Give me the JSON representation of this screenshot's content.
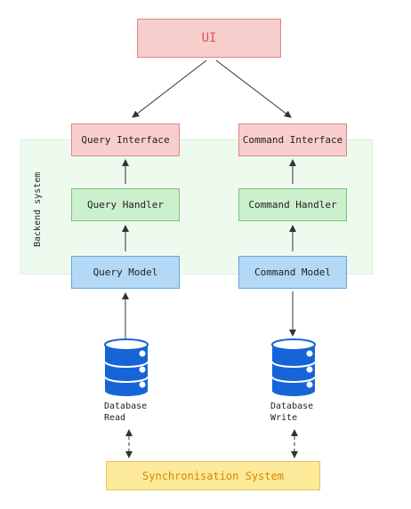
{
  "ui": {
    "label": "UI"
  },
  "backend": {
    "label": "Backend system"
  },
  "query": {
    "interface": "Query Interface",
    "handler": "Query Handler",
    "model": "Query Model"
  },
  "command": {
    "interface": "Command Interface",
    "handler": "Command Handler",
    "model": "Command Model"
  },
  "databases": {
    "read": {
      "line1": "Database",
      "line2": "Read"
    },
    "write": {
      "line1": "Database",
      "line2": "Write"
    }
  },
  "sync": {
    "label": "Synchronisation System"
  },
  "colors": {
    "db_blue": "#1565d8",
    "db_top": "#ffffff",
    "arrow": "#333333"
  }
}
